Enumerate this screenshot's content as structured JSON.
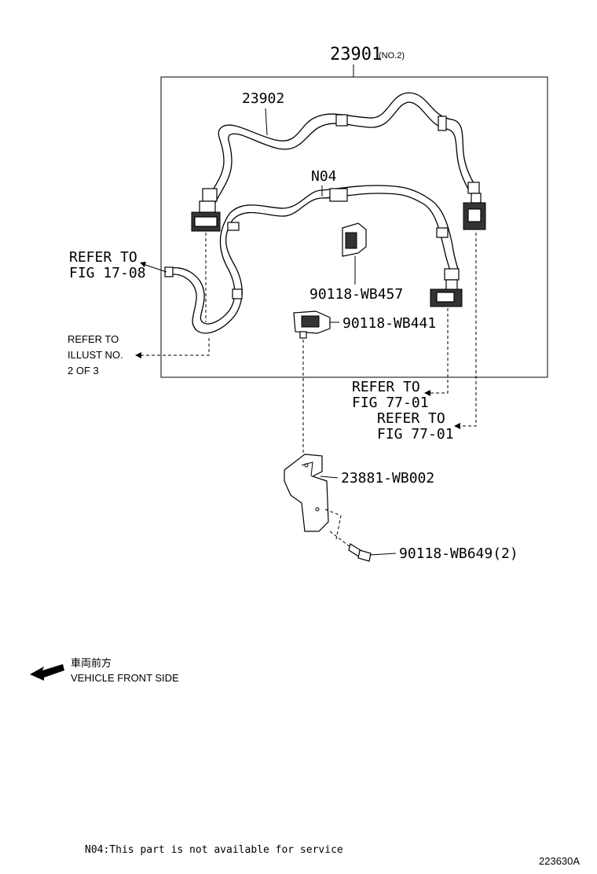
{
  "parts": {
    "assembly": {
      "number": "23901",
      "suffix": "(NO.2)"
    },
    "hose_a": "23902",
    "hose_b": "N04",
    "clamp_upper": "90118-WB457",
    "clamp_lower": "90118-WB441",
    "bracket": "23881-WB002",
    "bolt": "90118-WB649(2)"
  },
  "references": {
    "fig_17_08": {
      "line1": "REFER TO",
      "line2": "FIG 17-08"
    },
    "illust": {
      "line1": "REFER TO",
      "line2": "ILLUST NO.",
      "line3": "2 OF 3"
    },
    "fig_77_01_a": {
      "line1": "REFER TO",
      "line2": "FIG 77-01"
    },
    "fig_77_01_b": {
      "line1": "REFER TO",
      "line2": "FIG 77-01"
    }
  },
  "orientation": {
    "japanese": "車両前方",
    "english": "VEHICLE FRONT SIDE"
  },
  "footnote": "N04:This part is not available for service",
  "illustration_id": "223630A"
}
